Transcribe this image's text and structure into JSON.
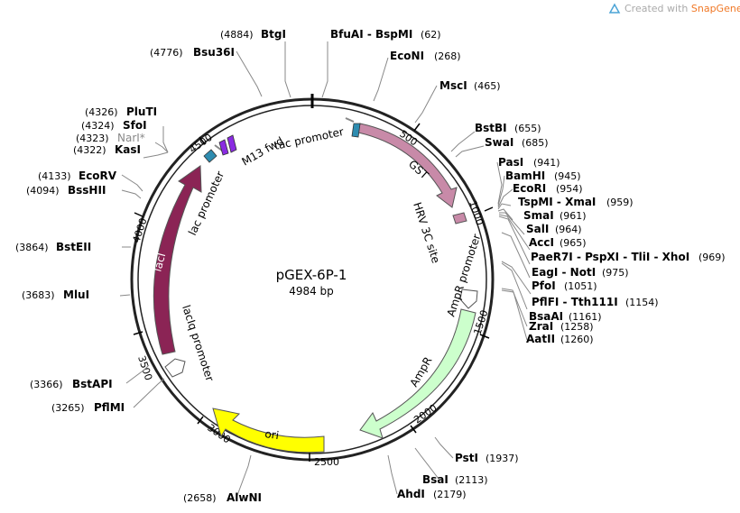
{
  "credit": {
    "prefix": "Created with ",
    "brand": "SnapGene",
    "suffix": "®"
  },
  "plasmid": {
    "name": "pGEX-6P-1",
    "size_label": "4984 bp"
  },
  "ticks": [
    "500",
    "1000",
    "1500",
    "2000",
    "2500",
    "3000",
    "3500",
    "4000",
    "4500"
  ],
  "restriction_sites": [
    {
      "name": "BtgI",
      "pos": "(4884)"
    },
    {
      "name": "BfuAI - BspMI",
      "pos": "(62)"
    },
    {
      "name": "Bsu36I",
      "pos": "(4776)"
    },
    {
      "name": "EcoNI",
      "pos": "(268)"
    },
    {
      "name": "MscI",
      "pos": "(465)"
    },
    {
      "name": "PluTI",
      "pos": "(4326)"
    },
    {
      "name": "SfoI",
      "pos": "(4324)"
    },
    {
      "name": "NarI*",
      "pos": "(4323)"
    },
    {
      "name": "KasI",
      "pos": "(4322)"
    },
    {
      "name": "BstBI",
      "pos": "(655)"
    },
    {
      "name": "SwaI",
      "pos": "(685)"
    },
    {
      "name": "PasI",
      "pos": "(941)"
    },
    {
      "name": "BamHI",
      "pos": "(945)"
    },
    {
      "name": "EcoRV",
      "pos": "(4133)"
    },
    {
      "name": "EcoRI",
      "pos": "(954)"
    },
    {
      "name": "BssHII",
      "pos": "(4094)"
    },
    {
      "name": "TspMI - XmaI",
      "pos": "(959)"
    },
    {
      "name": "SmaI",
      "pos": "(961)"
    },
    {
      "name": "SalI",
      "pos": "(964)"
    },
    {
      "name": "AccI",
      "pos": "(965)"
    },
    {
      "name": "BstEII",
      "pos": "(3864)"
    },
    {
      "name": "PaeR7I - PspXI - TliI - XhoI",
      "pos": "(969)"
    },
    {
      "name": "EagI - NotI",
      "pos": "(975)"
    },
    {
      "name": "PfoI",
      "pos": "(1051)"
    },
    {
      "name": "MluI",
      "pos": "(3683)"
    },
    {
      "name": "PflFI - Tth111I",
      "pos": "(1154)"
    },
    {
      "name": "BsaAI",
      "pos": "(1161)"
    },
    {
      "name": "ZraI",
      "pos": "(1258)"
    },
    {
      "name": "AatII",
      "pos": "(1260)"
    },
    {
      "name": "BstAPI",
      "pos": "(3366)"
    },
    {
      "name": "PflMI",
      "pos": "(3265)"
    },
    {
      "name": "PstI",
      "pos": "(1937)"
    },
    {
      "name": "BsaI",
      "pos": "(2113)"
    },
    {
      "name": "AhdI",
      "pos": "(2179)"
    },
    {
      "name": "AlwNI",
      "pos": "(2658)"
    }
  ],
  "features": {
    "gst": {
      "label": "GST",
      "color": "#c88aa8"
    },
    "tac_promoter": {
      "label": "tac promoter"
    },
    "hrv_3c_site": {
      "label": "HRV 3C site",
      "color": "#c88aa8"
    },
    "ampr_promoter": {
      "label": "AmpR promoter"
    },
    "ampr": {
      "label": "AmpR",
      "color": "#ccffcc"
    },
    "ori": {
      "label": "ori",
      "color": "#ffff00"
    },
    "laciq_promoter": {
      "label": "lacIq promoter"
    },
    "laci": {
      "label": "lacI",
      "color": "#8b2455"
    },
    "lac_promoter": {
      "label": "lac promoter"
    },
    "lac_operator": {
      "color": "#2e8cb0"
    },
    "m13_fwd": {
      "label": "M13 fwd",
      "color": "#8a2be2"
    }
  }
}
